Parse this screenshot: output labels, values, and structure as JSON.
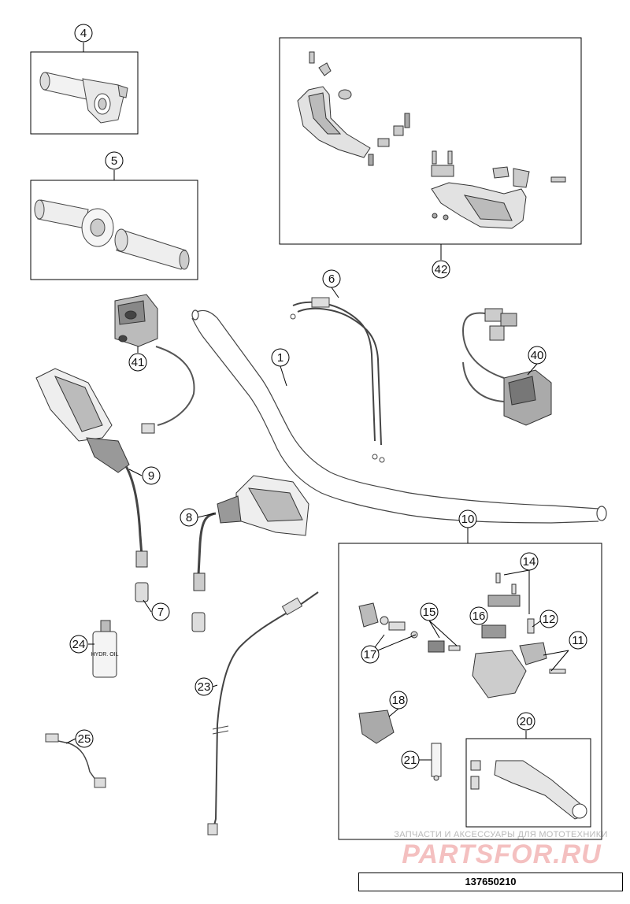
{
  "diagram": {
    "part_code": "137650210",
    "watermark": {
      "tagline": "ЗАПЧАСТИ И АКСЕССУАРЫ ДЛЯ МОТОТЕХНИКИ",
      "logo": "PARTSFOR.RU"
    },
    "callouts": [
      {
        "id": "c4",
        "label": "4"
      },
      {
        "id": "c5",
        "label": "5"
      },
      {
        "id": "c42",
        "label": "42"
      },
      {
        "id": "c6",
        "label": "6"
      },
      {
        "id": "c1",
        "label": "1"
      },
      {
        "id": "c41",
        "label": "41"
      },
      {
        "id": "c40",
        "label": "40"
      },
      {
        "id": "c9",
        "label": "9"
      },
      {
        "id": "c8",
        "label": "8"
      },
      {
        "id": "c10",
        "label": "10"
      },
      {
        "id": "c14",
        "label": "14"
      },
      {
        "id": "c7",
        "label": "7"
      },
      {
        "id": "c15",
        "label": "15"
      },
      {
        "id": "c16",
        "label": "16"
      },
      {
        "id": "c12",
        "label": "12"
      },
      {
        "id": "c24",
        "label": "24"
      },
      {
        "id": "c17",
        "label": "17"
      },
      {
        "id": "c11",
        "label": "11"
      },
      {
        "id": "c23",
        "label": "23"
      },
      {
        "id": "c18",
        "label": "18"
      },
      {
        "id": "c20",
        "label": "20"
      },
      {
        "id": "c25",
        "label": "25"
      },
      {
        "id": "c21",
        "label": "21"
      }
    ],
    "bottle_text": "HYDR. OIL"
  }
}
